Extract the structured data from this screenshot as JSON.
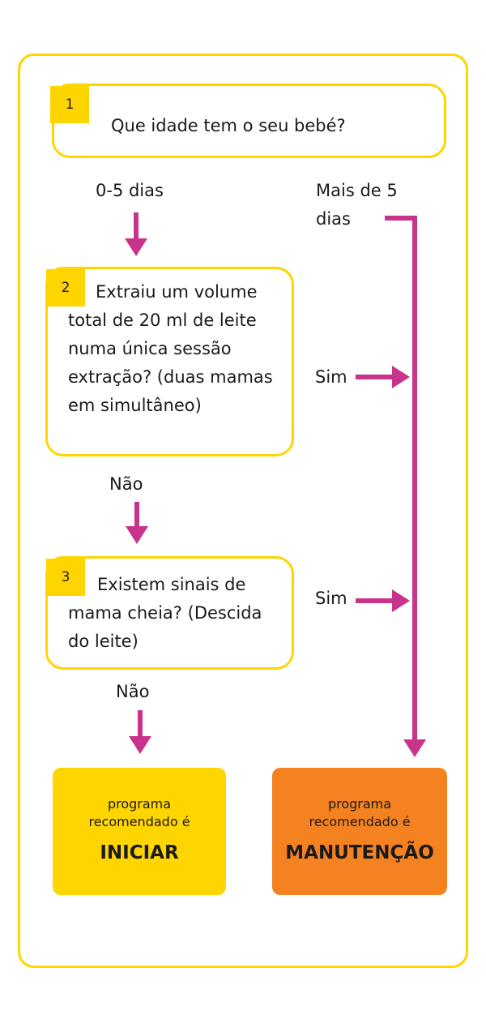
{
  "questions": [
    {
      "number": "1",
      "text": "Que idade tem o seu bebé?"
    },
    {
      "number": "2",
      "lines": [
        "Extraiu um volume",
        "total de 20 ml de leite",
        "numa única sessão",
        "extração? (duas mamas",
        "em simultâneo)"
      ]
    },
    {
      "number": "3",
      "lines": [
        "Existem sinais de",
        "mama cheia? (Descida",
        "do leite)"
      ]
    }
  ],
  "answers": {
    "age_young": "0-5 dias",
    "age_old_line1": "Mais de 5",
    "age_old_line2": "dias",
    "q2_yes": "Sim",
    "q2_no": "Não",
    "q3_yes": "Sim",
    "q3_no": "Não"
  },
  "results": {
    "start": {
      "line1": "programa",
      "line2": "recomendado é",
      "program": "INICIAR"
    },
    "maintenance": {
      "line1": "programa",
      "line2": "recomendado é",
      "program": "MANUTENÇÃO"
    }
  },
  "colors": {
    "frame": "#ffd500",
    "arrow": "#c8338c",
    "start_box": "#ffd500",
    "maintenance_box": "#f58220"
  }
}
